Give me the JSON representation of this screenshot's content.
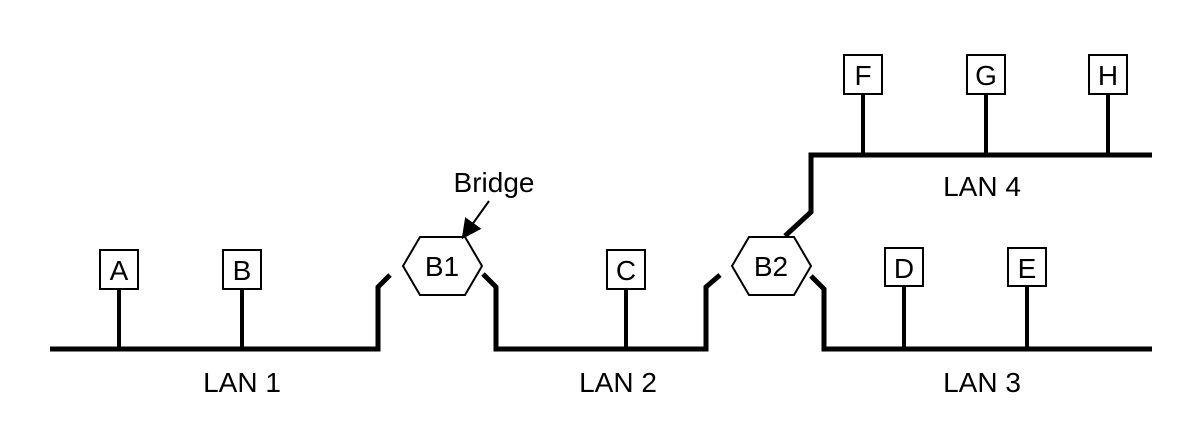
{
  "hosts": {
    "a": "A",
    "b": "B",
    "c": "C",
    "d": "D",
    "e": "E",
    "f": "F",
    "g": "G",
    "h": "H"
  },
  "bridges": {
    "b1": "B1",
    "b2": "B2"
  },
  "lans": {
    "lan1": "LAN 1",
    "lan2": "LAN 2",
    "lan3": "LAN 3",
    "lan4": "LAN 4"
  },
  "annotation": {
    "bridge": "Bridge"
  }
}
